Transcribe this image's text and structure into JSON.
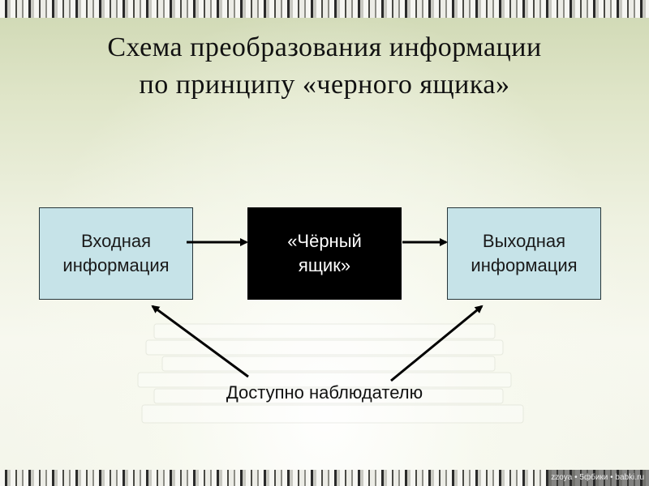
{
  "slide": {
    "title_line1": "Схема преобразования информации",
    "title_line2": "по принципу «черного ящика»"
  },
  "diagram": {
    "input_box": "Входная\nинформация",
    "black_box": "«Чёрный\nящик»",
    "output_box": "Выходная\nинформация",
    "observer_label": "Доступно наблюдателю"
  },
  "watermark": "zzoya • 5фбики • babki.ru",
  "colors": {
    "light_box_fill": "#c6e3e8",
    "black_box_fill": "#000000",
    "arrow": "#000000"
  }
}
